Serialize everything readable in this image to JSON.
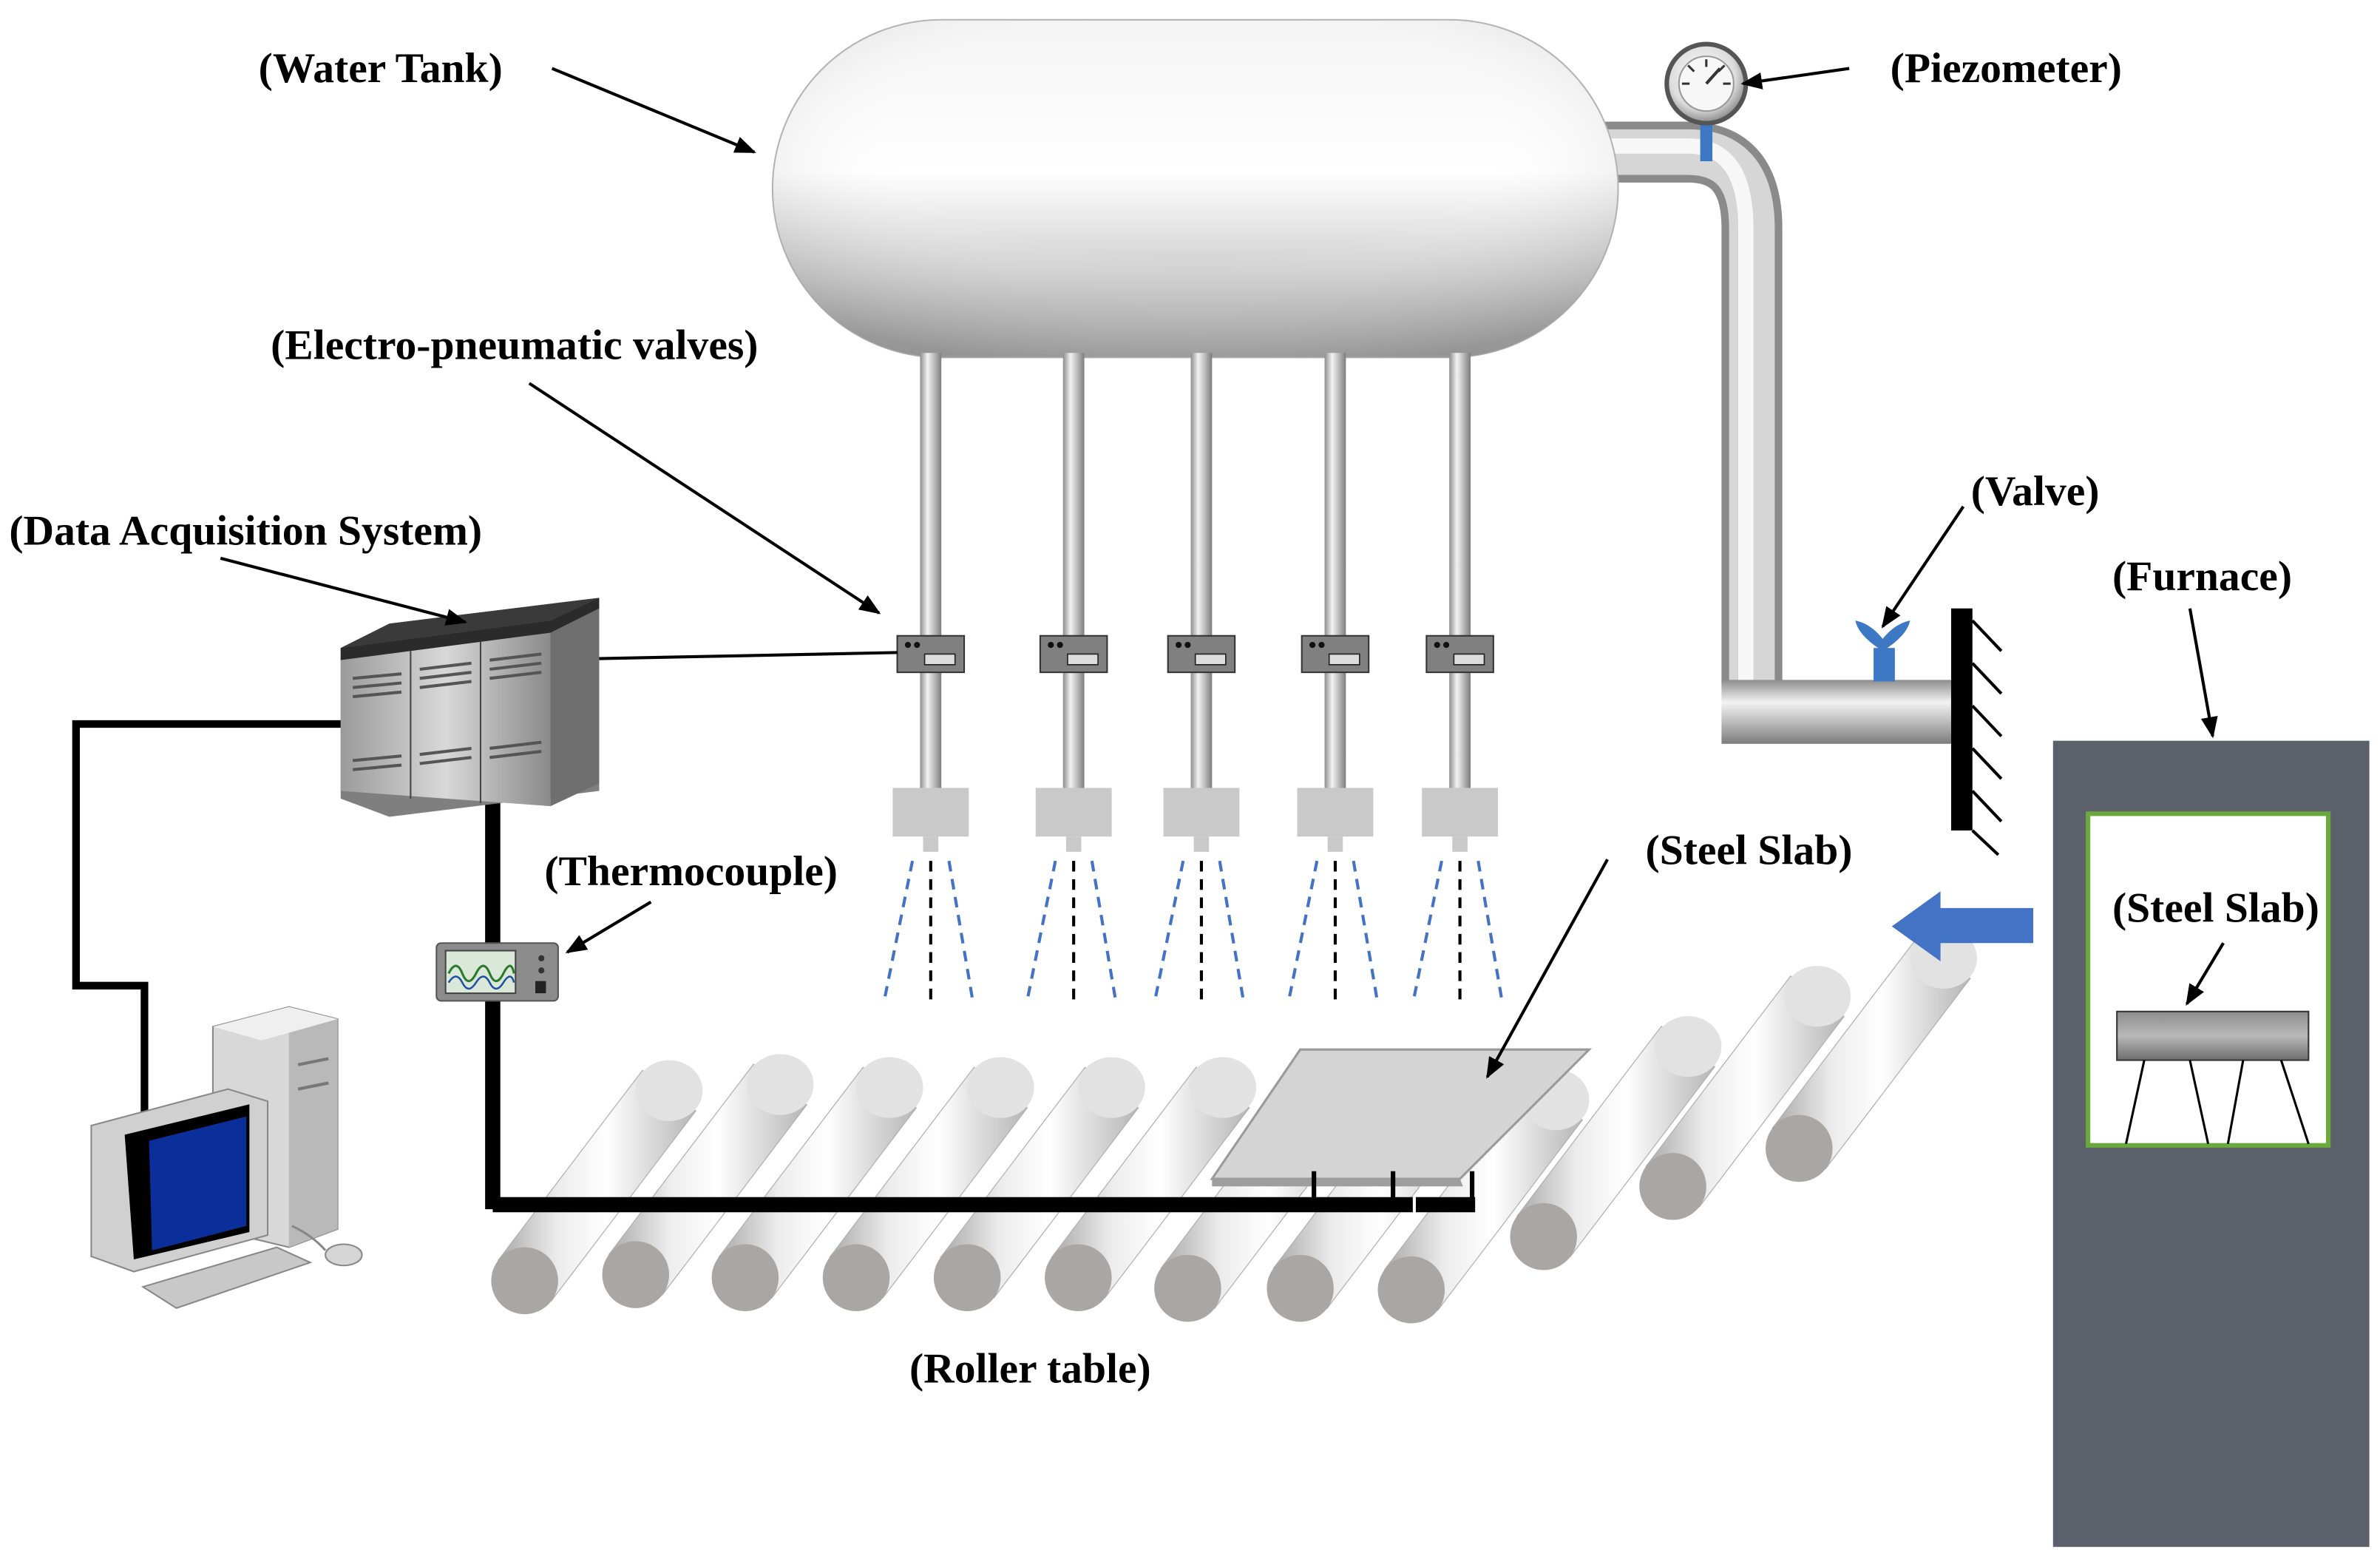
{
  "labels": {
    "water_tank": "(Water  Tank)",
    "piezometer": "(Piezometer)",
    "electro_pneumatic_valves": "(Electro-pneumatic valves)",
    "data_acquisition_system": "(Data Acquisition System)",
    "valve": "(Valve)",
    "furnace": "(Furnace)",
    "thermocouple": "(Thermocouple)",
    "steel_slab_roller": "(Steel Slab)",
    "steel_slab_furnace": "(Steel Slab)",
    "roller_table": "(Roller table)"
  },
  "colors": {
    "furnace_body": "#5b606b",
    "furnace_window_border": "#6aaa3c",
    "direction_arrow": "#4472c4",
    "valve_blue": "#3d78c4",
    "monitor_screen": "#0b2f9a",
    "spray_blue": "#4472c4"
  }
}
